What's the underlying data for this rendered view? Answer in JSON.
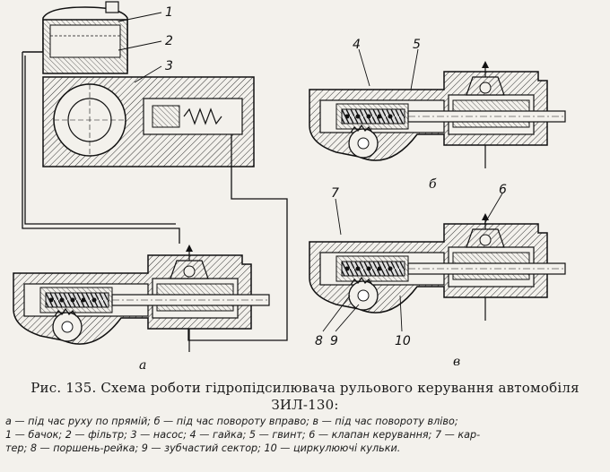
{
  "figure": {
    "callouts": [
      "1",
      "2",
      "3",
      "4",
      "5",
      "6",
      "7",
      "8",
      "9",
      "10"
    ],
    "views": [
      "а",
      "б",
      "в"
    ]
  },
  "caption": {
    "title_line1": "Рис. 135. Схема роботи гідропідсилювача  рульового  керування  автомобіля",
    "title_line2": "ЗИЛ-130:",
    "legend_line1": "а — під час руху по прямій;  б — під  час  повороту вправо;  в — під час повороту вліво;",
    "legend_line2": "1 — бачок;  2 — фільтр;  3 — насос;  4 — гайка;  5 — гвинт;  6 — клапан  керування;  7 — кар-",
    "legend_line3": "тер;  8 — поршень-рейка;  9 — зубчастий сектор;  10 — циркулюючі кульки."
  }
}
